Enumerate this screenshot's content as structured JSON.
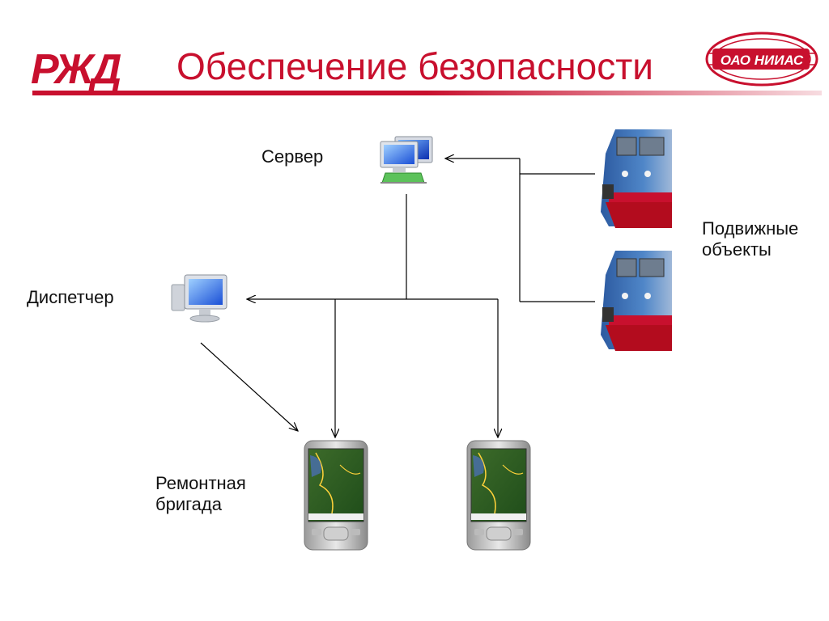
{
  "header": {
    "title": "Обеспечение безопасности",
    "logo_left": "РЖД",
    "logo_right": "ОАО НИИАС",
    "accent_color": "#c8102e"
  },
  "nodes": {
    "server": {
      "label": "Сервер",
      "icon": "network-computers-icon"
    },
    "dispatcher": {
      "label": "Диспетчер",
      "icon": "desktop-computer-icon"
    },
    "mobile_objects": {
      "label_line1": "Подвижные",
      "label_line2": "объекты",
      "icon": "locomotive-icon"
    },
    "repair_team": {
      "label_line1": "Ремонтная",
      "label_line2": "бригада",
      "icon": "pda-device-icon"
    }
  }
}
